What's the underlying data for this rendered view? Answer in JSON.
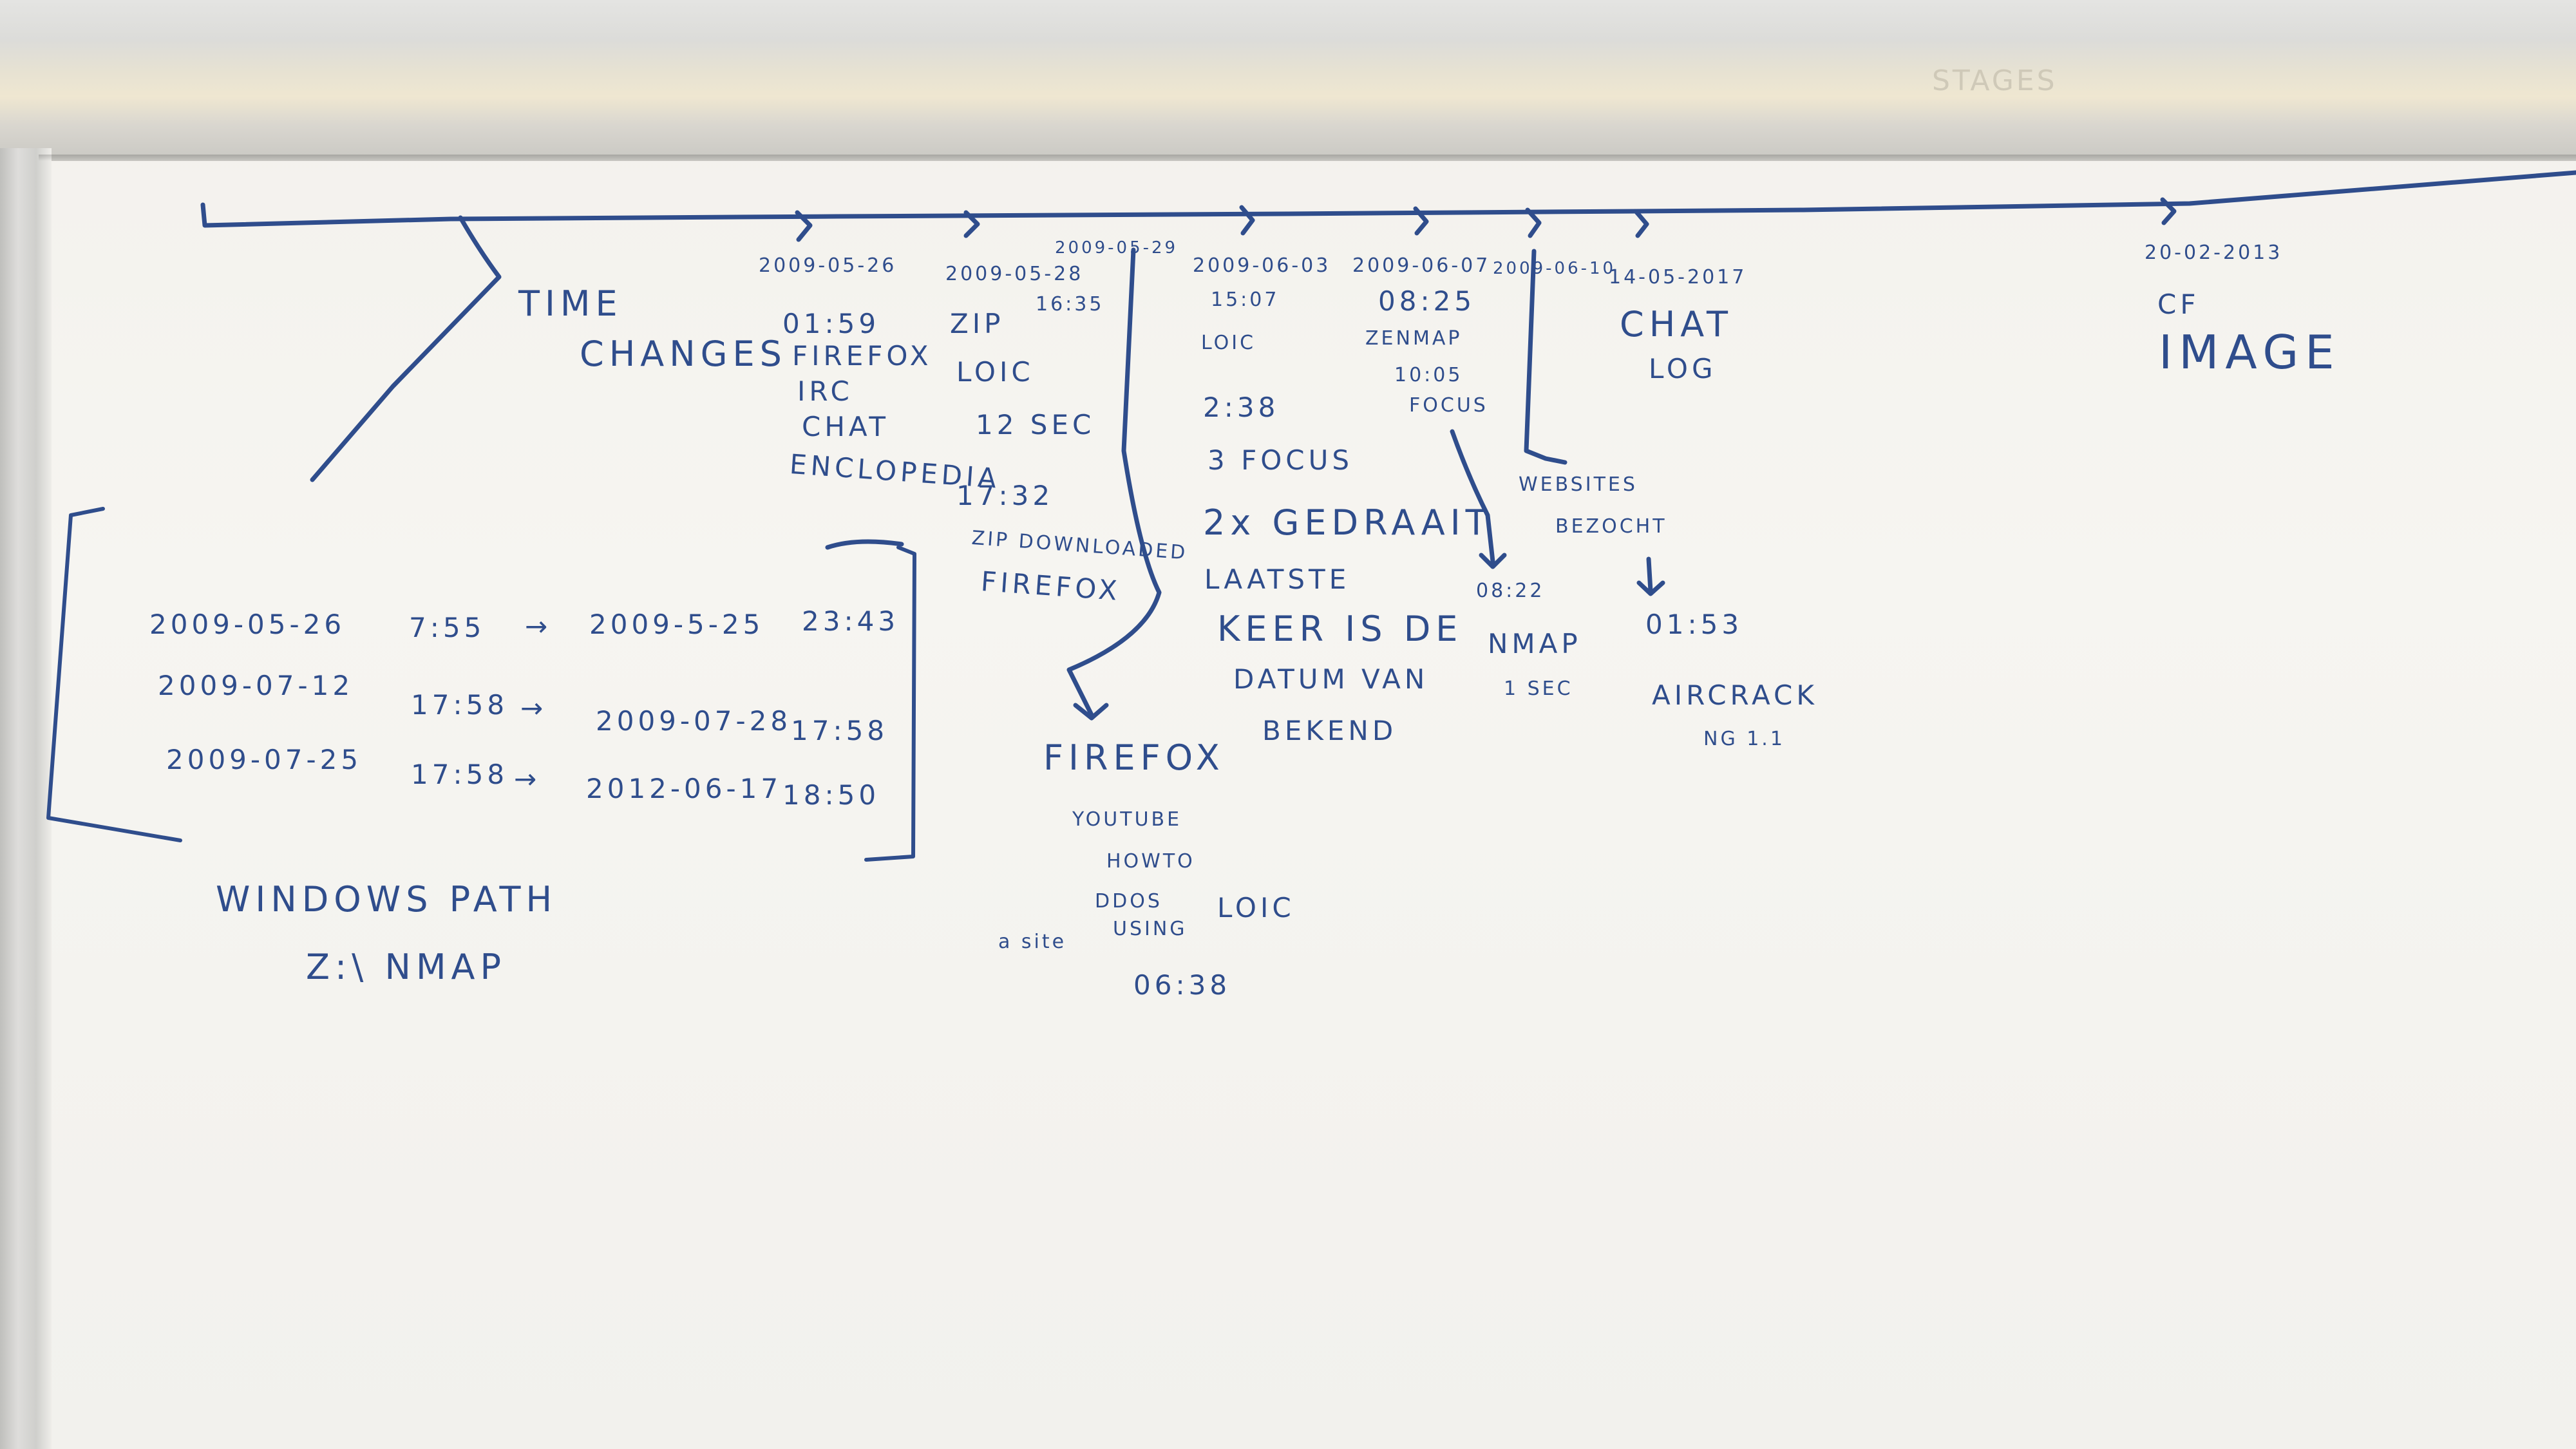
{
  "board": {
    "frame_label": "STAGES",
    "ink_color": "#2f4d8c",
    "board_color": "#f4f3ef"
  },
  "timeline": {
    "left": {
      "line1": "TIME",
      "line2": "CHANGES"
    },
    "events": [
      {
        "date": "2009-05-26",
        "lines": [
          "01:59",
          "FIREFOX",
          "IRC",
          "CHAT",
          "ENCLOPEDIA"
        ]
      },
      {
        "date": "2009-05-28",
        "time": "16:35",
        "lines": [
          "ZIP",
          "LOIC",
          "12 SEC",
          "17:32",
          "ZIP DOWNLOADED",
          "FIREFOX"
        ]
      },
      {
        "date": "2009-05-29"
      },
      {
        "date": "2009-06-03",
        "lines": [
          "15:07",
          "LOIC",
          "2:38",
          "3 FOCUS",
          "2x GEDRAAIT",
          "LAATSTE",
          "KEER IS DE",
          "DATUM VAN",
          "BEKEND"
        ]
      },
      {
        "date": "2009-06-07",
        "lines": [
          "08:25",
          "ZENMAP",
          "10:05",
          "FOCUS",
          "08:22",
          "NMAP",
          "1 SEC"
        ]
      },
      {
        "date": "2009-06-10",
        "lines": [
          "WEBSITES",
          "BEZOCHT",
          "01:53",
          "AIRCRACK",
          "NG 1.1"
        ]
      },
      {
        "date": "14-05-2017",
        "lines": [
          "CHAT",
          "LOG"
        ]
      },
      {
        "date": "20-02-2013",
        "lines": [
          "CF",
          "IMAGE"
        ]
      }
    ]
  },
  "firefox_branch": {
    "title": "FIREFOX",
    "lines": [
      "YOUTUBE",
      "HOWTO",
      "DDOS",
      "USING",
      "LOIC",
      "a site",
      "06:38"
    ]
  },
  "time_changes_box": {
    "rows": [
      {
        "from_date": "2009-05-26",
        "from_time": "7:55",
        "arrow": "→",
        "to_date": "2009-5-25",
        "to_time": "23:43"
      },
      {
        "from_date": "2009-07-12",
        "from_time": "17:58",
        "arrow": "→",
        "to_date": "2009-07-28",
        "to_time": "17:58"
      },
      {
        "from_date": "2009-07-25",
        "from_time": "17:58",
        "arrow": "→",
        "to_date": "2012-06-17",
        "to_time": "18:50"
      }
    ]
  },
  "windows_path": {
    "label": "WINDOWS PATH",
    "value": "Z:\\ NMAP"
  }
}
